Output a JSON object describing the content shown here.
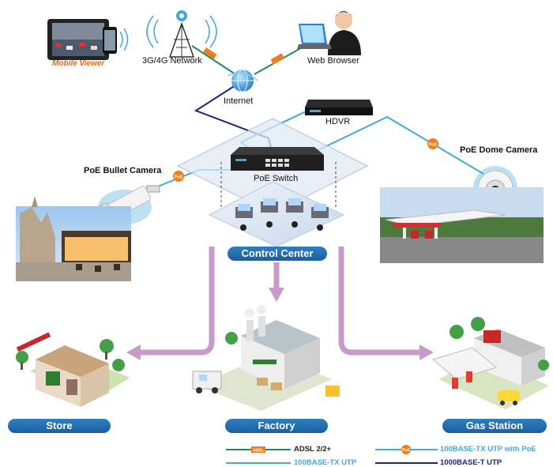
{
  "nodes": {
    "mobile_viewer": "Mobile Viewer",
    "network": "3G/4G Network",
    "web_browser": "Web Browser",
    "internet": "Internet",
    "hdvr": "HDVR",
    "poe_switch": "PoE Switch",
    "bullet_camera": "PoE Bullet Camera",
    "dome_camera": "PoE Dome Camera",
    "control_center": "Control Center"
  },
  "sites": {
    "store": "Store",
    "factory": "Factory",
    "gas_station": "Gas Station"
  },
  "badges": {
    "adsl": "ADSL",
    "poe": "PoE"
  },
  "legend": {
    "adsl": "ADSL 2/2+",
    "utp100": "100BASE-TX UTP",
    "utp100_poe": "100BASE-TX UTP with PoE",
    "utp1000": "1000BASE-T UTP"
  },
  "colors": {
    "adsl_line": "#1e8a5a",
    "utp100_line": "#3fa9dc",
    "utp1000_line": "#1a237e",
    "poe_badge": "#f07d1a",
    "arrow": "#c79ac9",
    "pill": "#1f6db3",
    "mobile_label": "#e5661a"
  }
}
